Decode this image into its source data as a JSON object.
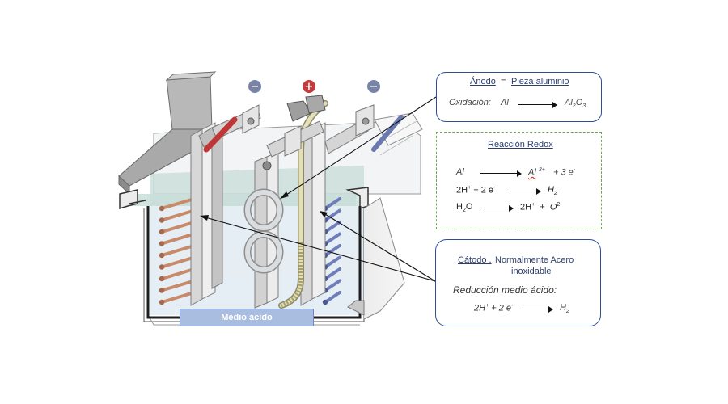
{
  "polarity": {
    "left": "−",
    "center": "+",
    "right": "−"
  },
  "colors": {
    "negative": "#7784a8",
    "positive": "#c53a3a",
    "anode_box_border": "#2f4f8f",
    "redox_box_border": "#6aaa4a",
    "medium_label_bg": "#a9bde0"
  },
  "anode_box": {
    "title_left": "Ánodo",
    "title_eq": "=",
    "title_right": "Pieza aluminio",
    "reaction_label": "Oxidación:",
    "reactant": "Al",
    "product": "Al",
    "product_sub1": "2",
    "product_mid": "O",
    "product_sub2": "3"
  },
  "redox_box": {
    "title": "Reacción Redox",
    "r1_left": "Al",
    "r1_right": "Al",
    "r1_right_sup": "3+",
    "r1_extra": "+ 3 e",
    "r1_extra_sup": "-",
    "r2_left": "2H",
    "r2_left_sup": "+",
    "r2_left_tail": "+ 2 e",
    "r2_left_tail_sup": "-",
    "r2_right": "H",
    "r2_right_sub": "2",
    "r3_left": "H",
    "r3_left_sub": "2",
    "r3_left_tail": "O",
    "r3_right_a": "2H",
    "r3_right_a_sup": "+",
    "r3_plus": "+",
    "r3_right_b": "O",
    "r3_right_b_sup": "2-"
  },
  "cathode_box": {
    "title_left": "Cátodo ,",
    "title_right": "Normalmente Acero",
    "title_right_line2": "inoxidable",
    "reaction_label": "Reducción medio ácido:",
    "left": "2H",
    "left_sup": "+",
    "left_tail": "+ 2 e",
    "left_tail_sup": "-",
    "right": "H",
    "right_sub": "2"
  },
  "medium_label": "Medio ácido"
}
